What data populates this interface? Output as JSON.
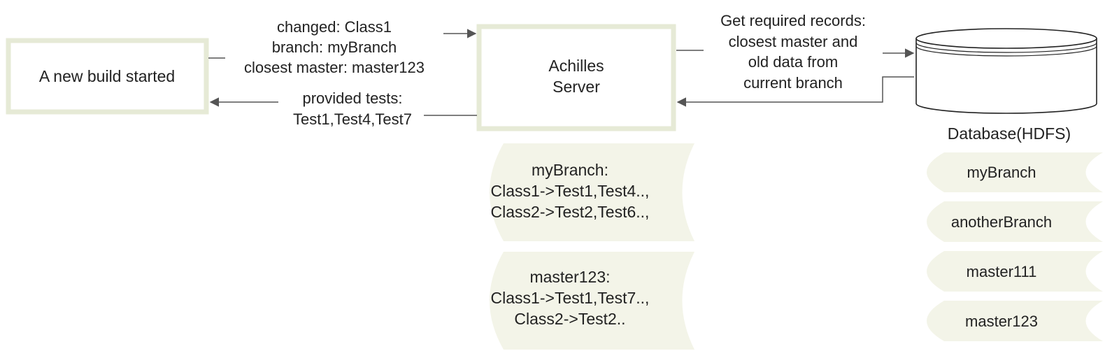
{
  "colors": {
    "box_border": "#e6ead6",
    "store_fill": "#f3f4e8",
    "arrow": "#555555",
    "text": "#222222",
    "db_fill": "#ffffff",
    "db_stroke": "#222222"
  },
  "nodes": {
    "build": {
      "label": "A new build started"
    },
    "server": {
      "label_lines": [
        "Achilles",
        "Server"
      ]
    },
    "database": {
      "label": "Database(HDFS)",
      "icon": "database-cylinder-icon"
    }
  },
  "edges": {
    "build_to_server": {
      "label_lines": [
        "changed: Class1",
        "branch: myBranch",
        "closest master: master123"
      ]
    },
    "server_to_build": {
      "label_lines": [
        "provided tests:",
        "Test1,Test4,Test7"
      ]
    },
    "server_to_db": {
      "label_lines": [
        "Get required records:",
        "closest master and",
        "old data from",
        "current branch"
      ]
    }
  },
  "server_stores": [
    {
      "lines": [
        "myBranch:",
        "Class1->Test1,Test4..,",
        "Class2->Test2,Test6..,"
      ]
    },
    {
      "lines": [
        "master123:",
        "Class1->Test1,Test7..,",
        "Class2->Test2.."
      ]
    }
  ],
  "db_records": [
    {
      "label": "myBranch"
    },
    {
      "label": "anotherBranch"
    },
    {
      "label": "master111"
    },
    {
      "label": "master123"
    }
  ]
}
